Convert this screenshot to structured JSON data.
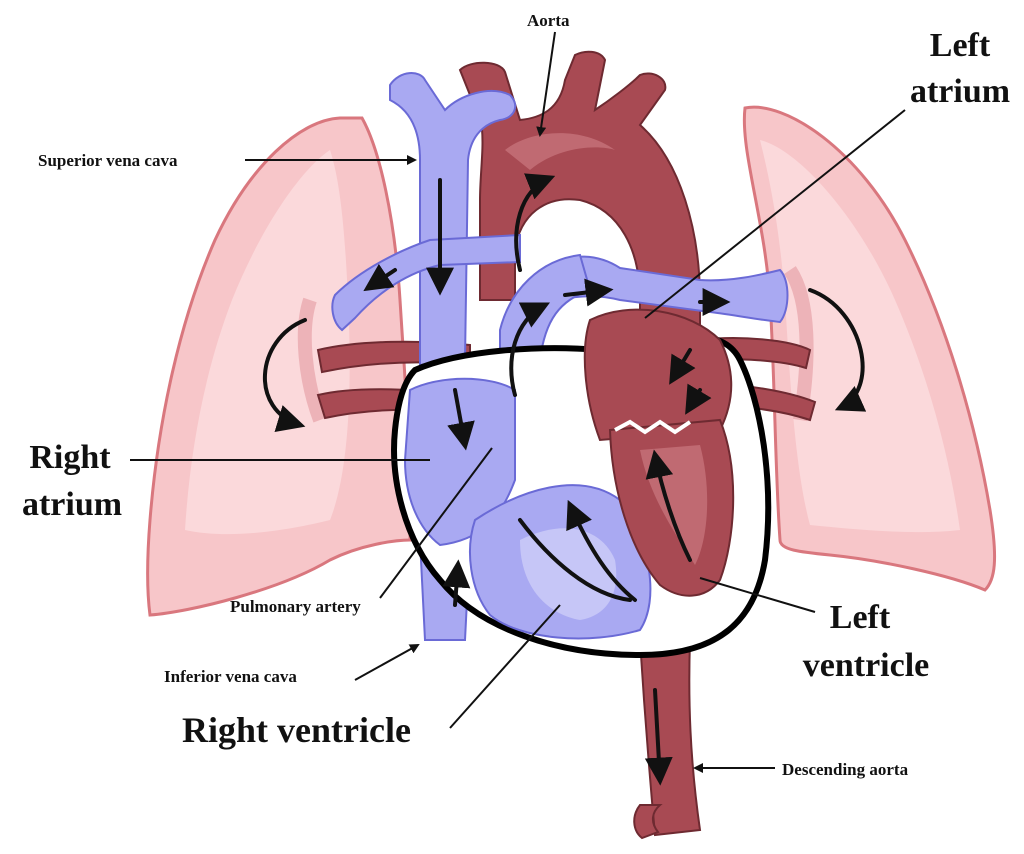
{
  "labels": {
    "aorta": "Aorta",
    "left_atrium_line1": "Left",
    "left_atrium_line2": "atrium",
    "superior_vena_cava": "Superior vena cava",
    "right_atrium_line1": "Right",
    "right_atrium_line2": "atrium",
    "pulmonary_artery": "Pulmonary artery",
    "left_ventricle_line1": "Left",
    "left_ventricle_line2": "ventricle",
    "inferior_vena_cava": "Inferior vena cava",
    "right_ventricle": "Right ventricle",
    "descending_aorta": "Descending aorta"
  },
  "colors": {
    "oxygenated": "#a84a53",
    "deoxygenated": "#a9a9f2",
    "lung": "#f7c6c9"
  }
}
